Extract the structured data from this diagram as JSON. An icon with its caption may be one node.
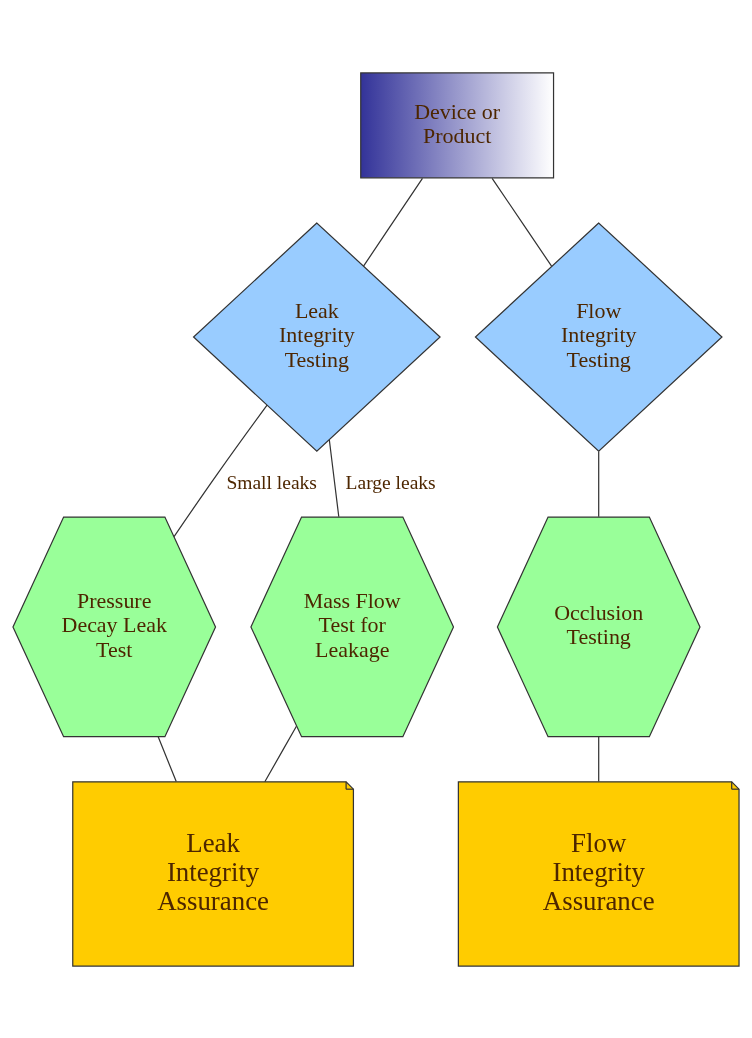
{
  "diagram": {
    "nodes": [
      {
        "text": [
          "Device or Product"
        ]
      },
      {
        "text": [
          "Leak Integrity Testing"
        ]
      },
      {
        "text": [
          "Flow Integrity Testing"
        ]
      },
      {
        "text": [
          "Pressure Decay Leak Test"
        ]
      },
      {
        "text": [
          "Mass Flow Test for Leakage"
        ]
      },
      {
        "text": [
          "Occlusion Testing"
        ]
      },
      {
        "text": [
          "Leak Integrity Assurance"
        ]
      },
      {
        "text": [
          "Flow Integrity Assurance"
        ]
      }
    ],
    "edges": [
      {
        "from": 0,
        "to": 1,
        "arrow": "none"
      },
      {
        "from": 0,
        "to": 2,
        "arrow": "none"
      },
      {
        "from": 1,
        "to": 3,
        "arrow": "none",
        "label": "Small leaks"
      },
      {
        "from": 1,
        "to": 4,
        "arrow": "none",
        "label": "Large leaks"
      },
      {
        "from": 2,
        "to": 5,
        "arrow": "none"
      },
      {
        "from": 3,
        "to": 6,
        "arrow": "none"
      },
      {
        "from": 4,
        "to": 6,
        "arrow": "none"
      },
      {
        "from": 5,
        "to": 7,
        "arrow": "none"
      }
    ]
  }
}
